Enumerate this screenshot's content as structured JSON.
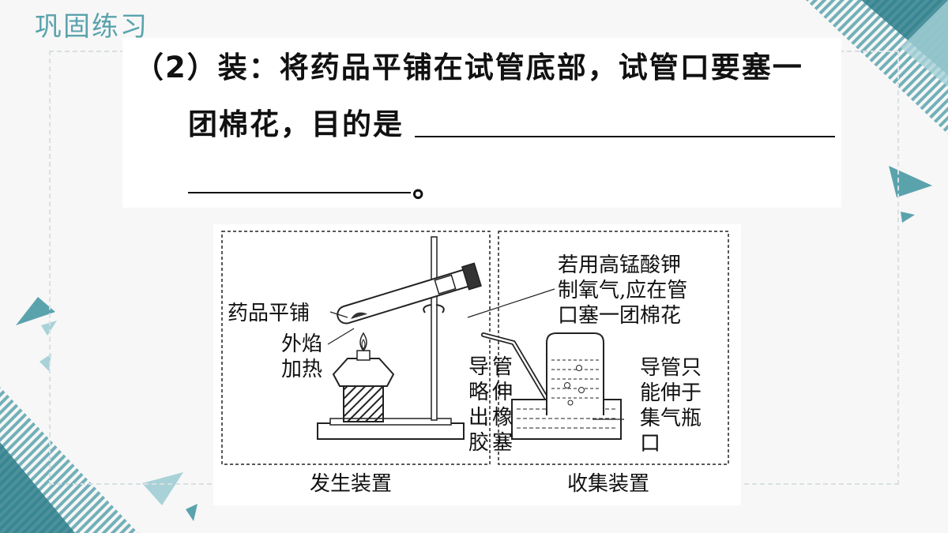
{
  "header": {
    "title": "巩固练习"
  },
  "question": {
    "line1": "（2）装：将药品平铺在试管底部，试管口要塞一",
    "line2": "团棉花，目的是",
    "end_mark": "。"
  },
  "diagram": {
    "left_box_caption": "发生装置",
    "right_box_caption": "收集装置",
    "label_spread": "药品平铺",
    "label_outer_flame_1": "外焰",
    "label_outer_flame_2": "加热",
    "label_tube_col1": [
      "导",
      "略",
      "出",
      "胶"
    ],
    "label_tube_col2": [
      "管",
      "伸",
      "橡",
      "塞"
    ],
    "label_kmno4_1": "若用高锰酸钾",
    "label_kmno4_2": "制氧气,应在管",
    "label_kmno4_3": "口塞一团棉花",
    "label_pipe_1": "导管只",
    "label_pipe_2": "能伸于",
    "label_pipe_3": "集气瓶",
    "label_pipe_4": "口"
  },
  "colors": {
    "accent": "#5aa3ad",
    "accent_dark": "#2f7f8c"
  }
}
